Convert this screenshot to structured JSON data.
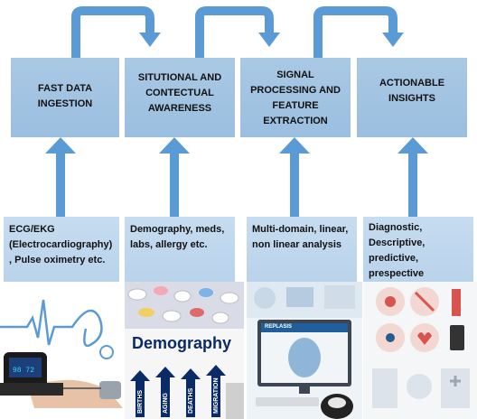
{
  "stages": [
    {
      "title_lines": [
        "FAST DATA",
        "INGESTION"
      ],
      "detail_lines": [
        "ECG/EKG",
        "(Electrocardiography)",
        ", Pulse oximetry etc."
      ]
    },
    {
      "title_lines": [
        "SITUTIONAL AND",
        "CONTECTUAL",
        "AWARENESS"
      ],
      "detail_lines": [
        "Demography, meds,",
        "labs, allergy etc."
      ]
    },
    {
      "title_lines": [
        "SIGNAL",
        "PROCESSING AND",
        "FEATURE",
        "EXTRACTION"
      ],
      "detail_lines": [
        "Multi-domain, linear,",
        "non linear analysis"
      ]
    },
    {
      "title_lines": [
        "ACTIONABLE",
        "INSIGHTS"
      ],
      "detail_lines": [
        "Diagnostic,",
        "Descriptive,",
        "predictive, prespective"
      ]
    }
  ],
  "demography_image": {
    "word": "Demography",
    "arrow_labels": [
      "BIRTHS",
      "AGING",
      "DEATHS",
      "MIGRATION"
    ]
  },
  "software_image": {
    "brand": "REPLASIS"
  },
  "colors": {
    "box_dark": "#a9c8e4",
    "box_light": "#c6dcf0",
    "arrow": "#5b9bd5"
  }
}
